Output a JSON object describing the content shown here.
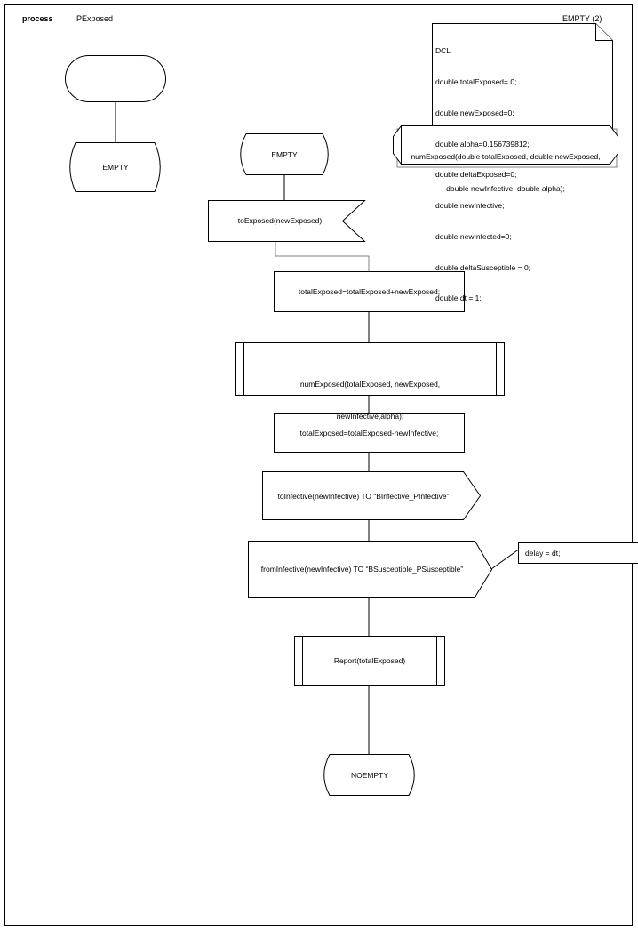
{
  "diagram": {
    "type": "SDL process diagram",
    "header": {
      "keyword": "process",
      "process_name": "PExposed",
      "page_label": "EMPTY (2)"
    },
    "declaration_block": {
      "name": "dcl-note",
      "lines": [
        "DCL",
        "double totalExposed= 0;",
        "double newExposed=0;",
        "double alpha=0.156739812;",
        "double deltaExposed=0;",
        "double newInfective;",
        "double newInfected=0;",
        "double deltaSusceptible = 0;",
        "double dt = 1;"
      ]
    },
    "procedure_decl": {
      "name": "numExposed-declaration",
      "line1": "numExposed(double totalExposed, double newExposed,",
      "line2": "double newInfective, double alpha);"
    },
    "start_branch": {
      "start_symbol_label": "",
      "state_label": "EMPTY"
    },
    "main_flow": [
      {
        "id": "state-empty",
        "kind": "state",
        "label": "EMPTY"
      },
      {
        "id": "input-toexposed",
        "kind": "input",
        "label": "toExposed(newExposed)"
      },
      {
        "id": "task-add",
        "kind": "task",
        "label": "totalExposed=totalExposed+newExposed;"
      },
      {
        "id": "call-numexposed",
        "kind": "procedure-call",
        "line1": "numExposed(totalExposed, newExposed,",
        "line2": "newInfective,alpha);"
      },
      {
        "id": "task-sub",
        "kind": "task",
        "label": "totalExposed=totalExposed-newInfective;"
      },
      {
        "id": "output-toinfective",
        "kind": "output",
        "label": "toInfective(newInfective) TO “BInfective_PInfective”"
      },
      {
        "id": "output-frominfective",
        "kind": "output",
        "label": "fromInfective(newInfective) TO “BSusceptible_PSusceptible”"
      },
      {
        "id": "call-report",
        "kind": "procedure-call",
        "line1": "Report(totalExposed)",
        "line2": ""
      },
      {
        "id": "state-noempty",
        "kind": "state",
        "label": "NOEMPTY"
      }
    ],
    "comment": {
      "name": "delay-comment",
      "label": "delay = dt;"
    },
    "colors": {
      "stroke": "#000000",
      "shadow": "#808080",
      "background": "#ffffff",
      "text": "#000000"
    }
  }
}
